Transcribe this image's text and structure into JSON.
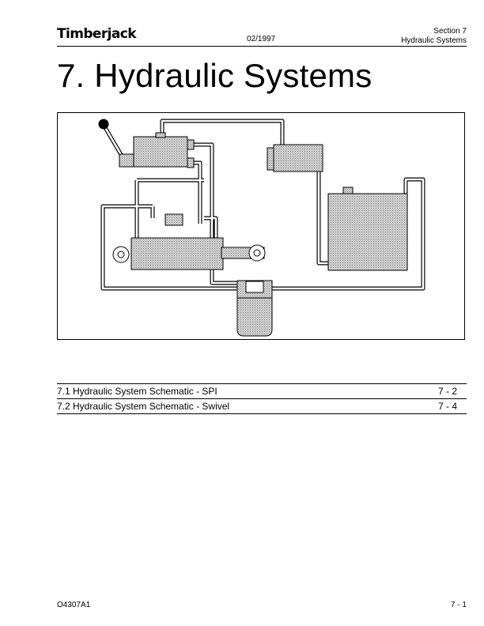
{
  "header": {
    "brand": "Timberjack",
    "date": "02/1997",
    "section_line1": "Section 7",
    "section_line2": "Hydraulic Systems"
  },
  "title": "7.  Hydraulic Systems",
  "toc": [
    {
      "label": "7.1  Hydraulic System Schematic - SPI",
      "page": "7 - 2"
    },
    {
      "label": "7.2  Hydraulic System Schematic - Swivel",
      "page": "7 - 4"
    }
  ],
  "footer": {
    "doc_id": "O4307A1",
    "page": "7 - 1"
  }
}
